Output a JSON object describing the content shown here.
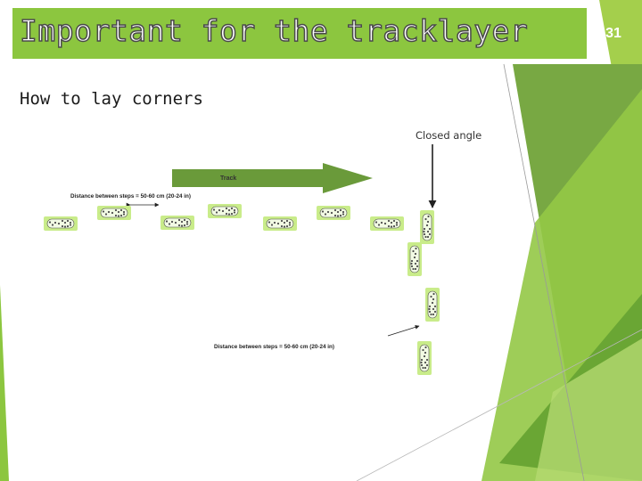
{
  "slide": {
    "title": "Important for the tracklayer",
    "page_number": "31",
    "subtitle": "How to lay corners",
    "callout": "Closed angle"
  },
  "diagram": {
    "track_label": "Track",
    "distance_label_top": "Distance between steps = 50-60 cm (20-24 in)",
    "distance_label_bottom": "Distance between steps = 50-60 cm (20-24 in)"
  },
  "colors": {
    "title_bar": "#8cc63f",
    "arrow": "#6a9a3a",
    "footprint_fill": "#c9ec8a",
    "footprint_dots": "#4d4d4d",
    "accent_green": "#7dbb2f"
  }
}
